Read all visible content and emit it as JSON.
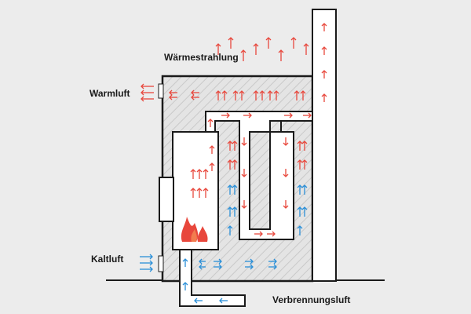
{
  "labels": {
    "waermestrahlung": "Wärmestrahlung",
    "warmluft": "Warmluft",
    "kaltluft": "Kaltluft",
    "verbrennungsluft": "Verbrennungsluft"
  },
  "colors": {
    "background": "#ececec",
    "wall": "#1a1a1a",
    "hatch": "#cfcfcf",
    "channel": "#ffffff",
    "warm_arrow": "#e8473c",
    "cold_arrow": "#2a8fd8",
    "flame": "#e8473c"
  },
  "icons": {
    "fire": "flame-icon",
    "warm": "red-arrow",
    "cold": "blue-arrow"
  }
}
